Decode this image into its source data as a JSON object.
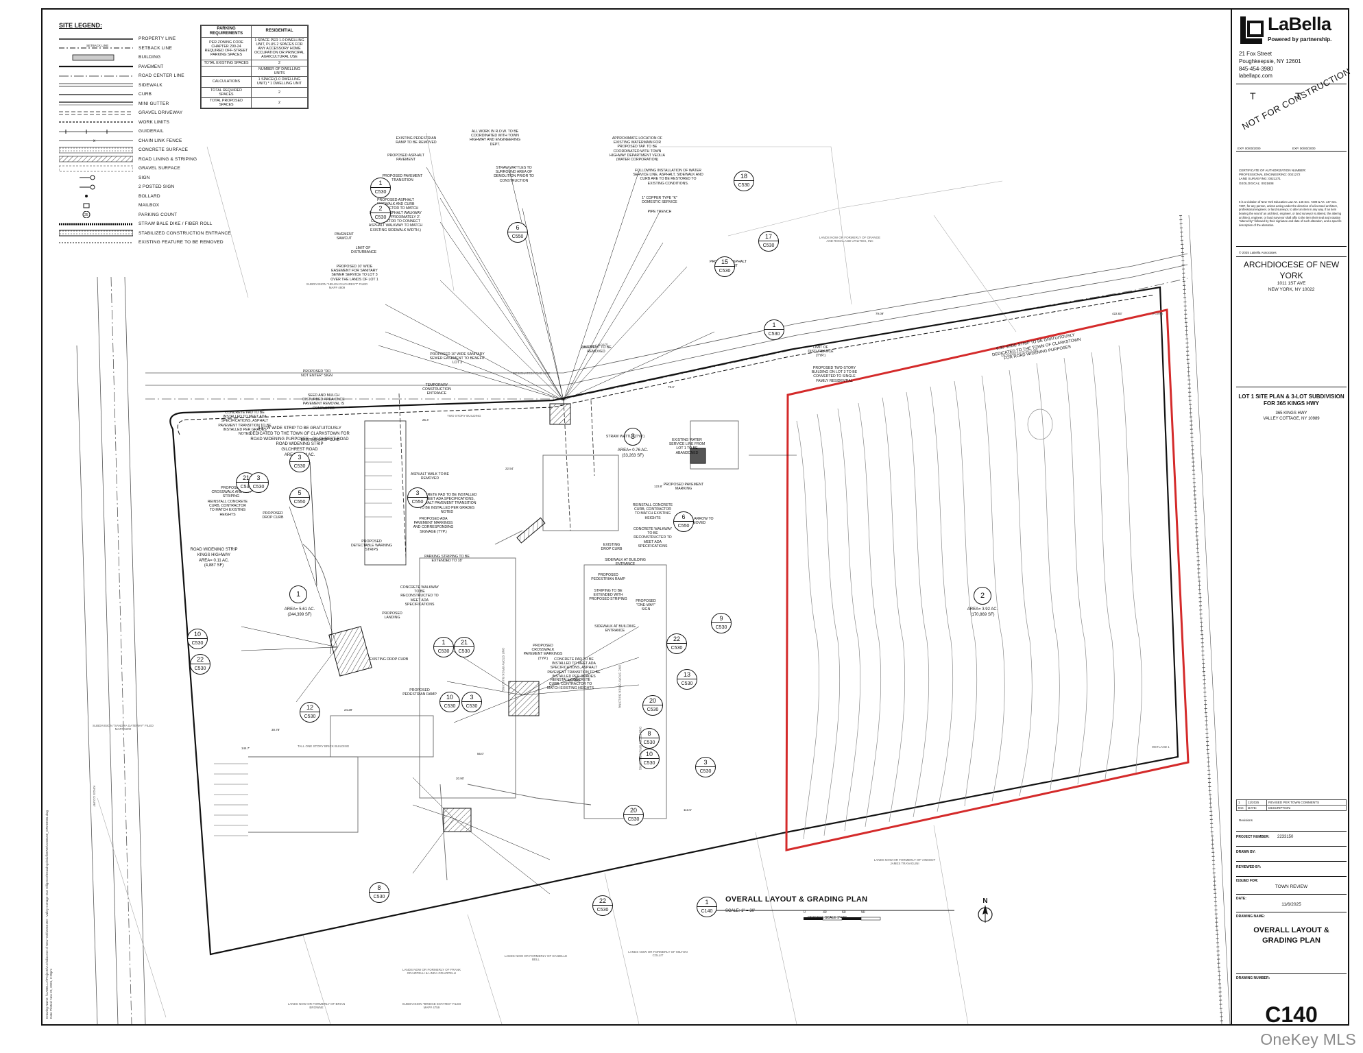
{
  "legend": {
    "title": "SITE LEGEND:",
    "items": [
      {
        "label": "PROPERTY LINE",
        "sym": "property"
      },
      {
        "label": "SETBACK LINE",
        "sym": "setback"
      },
      {
        "label": "BUILDING",
        "sym": "building"
      },
      {
        "label": "PAVEMENT",
        "sym": "pavement"
      },
      {
        "label": "ROAD CENTER LINE",
        "sym": "centerline"
      },
      {
        "label": "SIDEWALK",
        "sym": "sidewalk"
      },
      {
        "label": "CURB",
        "sym": "curb"
      },
      {
        "label": "MINI GUTTER",
        "sym": "gutter"
      },
      {
        "label": "GRAVEL DRIVEWAY",
        "sym": "gravel"
      },
      {
        "label": "WORK LIMITS",
        "sym": "worklimits"
      },
      {
        "label": "GUIDERAIL",
        "sym": "guiderail"
      },
      {
        "label": "CHAIN LINK FENCE",
        "sym": "fence"
      },
      {
        "label": "CONCRETE SURFACE",
        "sym": "concrete"
      },
      {
        "label": "ROAD LINING & STRIPING",
        "sym": "striping"
      },
      {
        "label": "GRAVEL SURFACE",
        "sym": "gravelsurface"
      },
      {
        "label": "SIGN",
        "sym": "sign"
      },
      {
        "label": "2 POSTED SIGN",
        "sym": "sign2"
      },
      {
        "label": "BOLLARD",
        "sym": "bollard"
      },
      {
        "label": "MAILBOX",
        "sym": "mailbox"
      },
      {
        "label": "PARKING COUNT",
        "sym": "parkcount"
      },
      {
        "label": "STRAW BALE DIKE / FIBER ROLL",
        "sym": "straw"
      },
      {
        "label": "STABILIZED CONSTRUCTION ENTRANCE",
        "sym": "stab"
      },
      {
        "label": "EXISTING FEATURE TO BE REMOVED",
        "sym": "remove"
      }
    ],
    "setback_text": "SETBACK LINE",
    "parking_count_value": "25"
  },
  "parking_table": {
    "header": [
      "PARKING REQUIREMENTS",
      "RESIDENTIAL"
    ],
    "rows": [
      [
        "PER ZONING CODE CHAPTER 290-24 REQUIRED OFF-STREET PARKING SPACES",
        "1 SPACE PER 1.0 DWELLING UNIT, PLUS 2 SPACES FOR ANY ACCESSORY HOME OCCUPATION OR PRINCIPAL AGRICULTURAL USE"
      ],
      [
        "TOTAL EXISTING SPACES",
        "2"
      ],
      [
        "",
        "NUMBER OF DWELLING UNITS"
      ],
      [
        "CALCULATIONS",
        "1 SPACE/(1.0 DWELLING UNIT) * 1 DWELLING UNIT"
      ],
      [
        "TOTAL REQUIRED SPACES",
        "2"
      ],
      [
        "TOTAL PROPOSED SPACES",
        "2"
      ]
    ]
  },
  "plan": {
    "lots": [
      {
        "id": "1",
        "area": "AREA= 5.61 AC.",
        "sf": "(244,399 SF)"
      },
      {
        "id": "2",
        "area": "AREA= 3.92 AC.",
        "sf": "(170,869 SF)"
      },
      {
        "id": "3",
        "area": "AREA= 0.76 AC.",
        "sf": "(33,263 SF)"
      }
    ],
    "strips": {
      "gilchrest": [
        "4.57'W WIDE STRIP TO BE GRATUITOUSLY",
        "DEDICATED TO THE TOWN OF CLARKSTOWN FOR",
        "ROAD WIDENING PURPOSES - GILCHREST ROAD",
        "ROAD WIDENING STRIP",
        "GILCHREST ROAD",
        "AREA= 0.14 AC.",
        "(6,048 SF)"
      ],
      "kings": [
        "ROAD WIDENING STRIP",
        "KINGS HIGHWAY",
        "AREA= 0.11 AC.",
        "(4,887 SF)"
      ],
      "east": [
        "6.30' WIDE STRIP TO BE GRATUITOUSLY",
        "DEDICATED TO THE TOWN OF CLARKSTOWN",
        "FOR ROAD WIDENING PURPOSES"
      ]
    },
    "callouts": [
      "EXISTING PEDESTRIAN RAMP TO BE REMOVED",
      "ALL WORK IN R.O.W. TO BE COORDINATED WITH TOWN HIGHWAY AND ENGINEERING DEPT.",
      "APPROXIMATE LOCATION OF EXISTING WATERMAIN FOR PROPOSED TAP. TO BE COORDINATED WITH TOWN HIGHWAY DEPARTMENT VEOLIA (WATER CORPORATION)",
      "PROPOSED ASPHALT PAVEMENT",
      "STRAW WATTLES TO SURROUND AREA OF DEMOLITION PRIOR TO CONSTRUCTION",
      "PROPOSED PAVEMENT TRANSITION",
      "FOLLOWING INSTALLATION OF WATER SERVICE LINE, ASPHALT, SIDEWALK AND CURB ARE TO BE RESTORED TO EXISTING CONDITIONS.",
      "1\" COPPER TYPE \"K\" DOMESTIC SERVICE",
      "PIPE TRENCH",
      "PROPOSED ASPHALT SIDEWALK AND CURB (CONTRACTOR TO MATCH EXISTING ASPHALT WALKWAY REVEAL. APPROXIMATELY 2'. CONTRACTOR TO CONNECT ASPHALT WALKWAY TO MATCH EXISTING SIDEWALK WIDTH.)",
      "PAVEMENT SAWCUT",
      "LIMIT OF DISTURBANCE",
      "PROPOSED 10' WIDE EASEMENT FOR SANITARY SEWER SERVICE TO LOT 3 OVER THE LANDS OF LOT 1",
      "PROPOSED ASPHALT PAVEMENT",
      "PROPOSED 10' WIDE SANITARY SEWER EASEMENT TO BENEFIT LOT 3",
      "PAVEMENT TO BE REMOVED",
      "LIMIT OF DISTURBANCE (TYP.)",
      "PROPOSED \"DO NOT ENTER\" SIGN",
      "TEMPORARY CONSTRUCTION ENTRANCE",
      "PROPOSED TWO-STORY BUILDING ON LOT 3 TO BE CONVERTED TO SINGLE FAMILY RESIDENTIAL",
      "SEED AND MULCH DISTURBED AREA ONCE PAVEMENT REMOVAL IS COMPLETED",
      "CONCRETE PAD TO BE INSTALLED TO MEET ADA SPECIFICATIONS, ASPHALT PAVEMENT TRANSITION TO BE INSTALLED PER GRADES NOTED",
      "STRAW WATTLE (TYP.)",
      "EXISTING DROP CURB",
      "EXISTING WATER SERVICE LINE FROM LOT 1 TO BE ABANDONED",
      "ASPHALT WALK TO BE REMOVED",
      "PROPOSED CROSSWALK AND ADA STRIPING",
      "REINSTALL CONCRETE CURB, CONTRACTOR TO MATCH EXISTING HEIGHTS",
      "PROPOSED DROP CURB",
      "CONCRETE PAD TO BE INSTALLED TO MEET ADA SPECIFICATIONS, ASPHALT PAVEMENT TRANSITION TO BE INSTALLED PER GRADES NOTED",
      "PROPOSED PAVEMENT MARKING",
      "REINSTALL CONCRETE CURB, CONTRACTOR TO MATCH EXISTING HEIGHTS",
      "PAVEMENT ARROW TO BE REMOVED",
      "PROPOSED ADA PAVEMENT MARKINGS AND CORRESPONDING SIGNAGE (TYP.)",
      "CONCRETE WALKWAY TO BE RECONSTRUCTED TO MEET ADA SPECIFICATIONS",
      "EXISTING DROP CURB",
      "PROPOSED DETECTABLE WARNING STRIPS",
      "SIDEWALK AT BUILDING ENTRANCE",
      "PARKING STRIPING TO BE EXTENDED TO 18'",
      "PROPOSED PEDESTRIAN RAMP",
      "STRIPING TO BE EXTENDED WITH PROPOSED STRIPING",
      "PROPOSED \"ONE-WAY\" SIGN",
      "CONCRETE WALKWAY TO BE RECONSTRUCTED TO MEET ADA SPECIFICATIONS",
      "PROPOSED LANDING",
      "SIDEWALK AT BUILDING ENTRANCE",
      "PROPOSED CROSSWALK PAVEMENT MARKINGS (TYP.)",
      "CONCRETE PAD TO BE INSTALLED TO MEET ADA SPECIFICATIONS, ASPHALT PAVEMENT TRANSITION TO BE INSTALLED PER GRADES NOTED",
      "EXISTING DROP CURB",
      "PROPOSED PEDESTRIAN RAMP",
      "REINSTALL CONCRETE CURB, CONTRACTOR TO MATCH EXISTING HEIGHTS"
    ],
    "bubbles": [
      [
        "1",
        "C530"
      ],
      [
        "2",
        "C530"
      ],
      [
        "18",
        "C530"
      ],
      [
        "6",
        "C550"
      ],
      [
        "17",
        "C530"
      ],
      [
        "15",
        "C530"
      ],
      [
        "1",
        "C530"
      ],
      [
        "3",
        "C530"
      ],
      [
        "3",
        "C550"
      ],
      [
        "21",
        "C530"
      ],
      [
        "3",
        "C530"
      ],
      [
        "5",
        "C550"
      ],
      [
        "6",
        "C550"
      ],
      [
        "9",
        "C530"
      ],
      [
        "22",
        "C530"
      ],
      [
        "13",
        "C530"
      ],
      [
        "1",
        "C530"
      ],
      [
        "21",
        "C530"
      ],
      [
        "10",
        "C530"
      ],
      [
        "3",
        "C530"
      ],
      [
        "20",
        "C530"
      ],
      [
        "8",
        "C530"
      ],
      [
        "10",
        "C530"
      ],
      [
        "3",
        "C530"
      ],
      [
        "10",
        "C530"
      ],
      [
        "22",
        "C530"
      ],
      [
        "12",
        "C530"
      ],
      [
        "20",
        "C530"
      ],
      [
        "8",
        "C530"
      ],
      [
        "22",
        "C530"
      ]
    ],
    "dims": [
      "79.3'",
      "123.8'",
      "113.5'",
      "144.7'",
      "30.78'",
      "24.29'",
      "25.4'",
      "22.54'",
      "56.0'",
      "79.09'",
      "20.90'",
      "422.83'"
    ],
    "labels": [
      "DESIGNATED ROAD LINE",
      "DESIGNATED ROAD LINE",
      "(TOWL)",
      "WETLAND 1",
      "KINGS COURT",
      "(HISTORIC ROAD)",
      "ONE STORY BRICK BUILDING",
      "TWO STORY BUILDING",
      "ONE STORY BRICK BUILDING",
      "ONE STORY BRICK BUILDING",
      "TALL ONE STORY BRICK BUILDING"
    ],
    "adjacent": [
      "Lands Now or Formerly of ORANGE AND ROCKLAND UTILITIES, INC",
      "Subdivision \"HELEN GILCHREST\" Filed Map# 4809",
      "Lands Now or Formerly of VINCENT JAMES TRAVAGLINI",
      "Lands Now or Formerly of DANIELLE BELL",
      "Lands Now or Formerly of FRANK GRAZIPELLI & LINDA GRAZIPELLI",
      "Lands Now or Formerly of MILTON COLLIT",
      "Lands Now or Formerly of BRIAN BROWNE",
      "Subdivision \"BRIDGE ESTATES\" Filed Map# 4759",
      "Subdivision \"SANDRA GATEWAY\" Filed Map# 5200"
    ]
  },
  "plan_title": {
    "bubble_num": "1",
    "bubble_sheet": "C140",
    "title": "OVERALL LAYOUT & GRADING PLAN",
    "scale": "SCALE: 1\" = 30'",
    "scalebar_ticks": [
      "0",
      "30",
      "60",
      "90"
    ],
    "original_scale": "ORIGINAL SCALE 1\"=30'",
    "north": "N"
  },
  "titleblock": {
    "brand": "LaBella",
    "tagline": "Powered by partnership.",
    "address_1": "21 Fox Street",
    "address_2": "Poughkeepsie, NY 12601",
    "phone": "845-454-3980",
    "web": "labellapc.com",
    "not_for_construction": "NOT FOR CONSTRUCTION",
    "stamp_ticks": [
      "T",
      "T"
    ],
    "exp_left": "EXP. 00/00/2000",
    "exp_right": "EXP. 00/00/2000",
    "cert": [
      "CERTIFICATE OF AUTHORIZATION NUMBER:",
      "PROFESSIONAL ENGINEERING: 0021272",
      "LAND SURVEYING: 0021271",
      "GEOLOGICAL: 0021608"
    ],
    "violation": "It is a violation of New York Education Law Art. 145 Sec. 7209 & Art. 147 Sec. 7307, for any person, unless acting under the direction of a licensed architect, professional engineer, or land surveyor, to alter an item in any way. If an item bearing the seal of an architect, engineer, or land surveyor is altered, the altering architect, engineer, or land surveyor shall affix to the item their seal and notation \"altered by\" followed by their signature and date of such alteration, and a specific description of the alteration.",
    "copyright": "© 2025 LaBella Associates",
    "client_name": "ARCHDIOCESE OF NEW YORK",
    "client_addr_1": "1011 1ST AVE",
    "client_addr_2": "NEW YORK, NY 10022",
    "project_name": "LOT 1 SITE PLAN & 3-LOT SUBDIVISION FOR 365 KINGS HWY",
    "project_addr_1": "365 KINGS HWY",
    "project_addr_2": "VALLEY COTTAGE, NY 10989",
    "revisions": {
      "row": [
        "1",
        "11/2025",
        "REVISED PER TOWN COMMENTS"
      ],
      "header": [
        "NO:",
        "DATE:",
        "DESCRIPTION:"
      ],
      "caption": "Revisions"
    },
    "project_number_label": "PROJECT NUMBER:",
    "project_number": "2233150",
    "drawn_by_label": "DRAWN BY:",
    "reviewed_by_label": "REVIEWED BY:",
    "issued_for_label": "ISSUED FOR:",
    "issued_for": "TOWN REVIEW",
    "date_label": "DATE:",
    "date": "11/6/2025",
    "drawing_name_label": "DRAWING NAME:",
    "drawing_name": "OVERALL LAYOUT & GRADING PLAN",
    "drawing_number_label": "DRAWING NUMBER:",
    "drawing_number": "C140"
  },
  "file_path": [
    "Drawing Name: \\\\LABELLA\\Projects\\Archdiocese of New York\\2233150 - Valley Cottage Due Diligence\\Drawings\\Civil\\DWG\\2233150_GRADING.dwg",
    "Date Plotted: Nov 20, 2025, 2:28pm"
  ],
  "watermark": "OneKey MLS",
  "colors": {
    "lot2_boundary": "#d42a2a",
    "ink": "#111111",
    "contour": "#8a8a8a"
  }
}
